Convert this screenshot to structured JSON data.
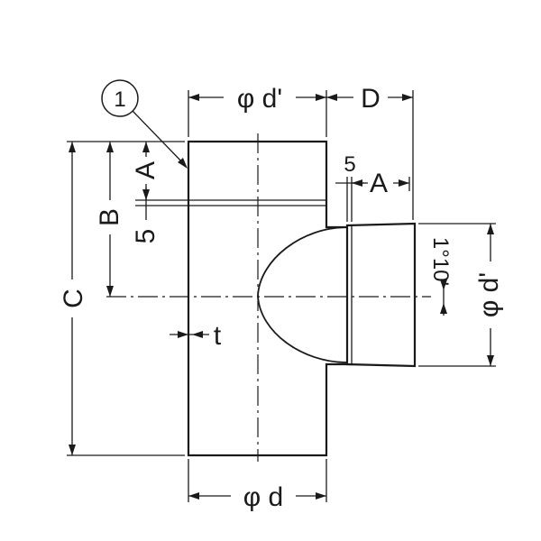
{
  "labels": {
    "balloon": "1",
    "top_dia": "φ d'",
    "d": "D",
    "b": "B",
    "a_left": "A",
    "five_left": "5",
    "five_right": "5",
    "a_right": "A",
    "c": "C",
    "t": "t",
    "angle": "1°10'",
    "branch_dia": "φ d'",
    "bottom_dia": "φ d"
  }
}
